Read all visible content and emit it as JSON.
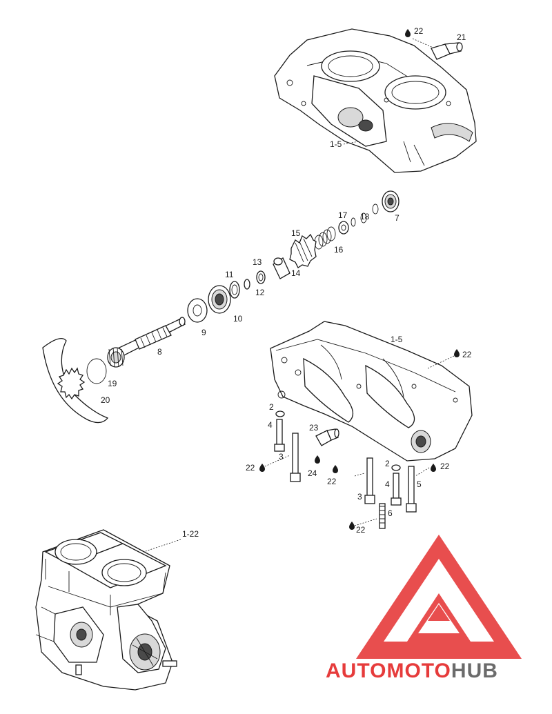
{
  "labels": {
    "upper_crankcase": "1-5",
    "lower_crankcase": "1-5",
    "engine_assembly": "1-22",
    "sealant_top": "22",
    "fitting_top": "21",
    "bearing_outer": "7",
    "clip_18": "18",
    "washer_17": "17",
    "spring_16": "16",
    "gear_15": "15",
    "spacer_14": "14",
    "ring_13": "13",
    "circlip_12": "12",
    "seal_11": "11",
    "bearing_10": "10",
    "seal_9": "9",
    "shaft_8": "8",
    "circlip_19": "19",
    "shield_20": "20",
    "sealant_lower_right": "22",
    "washer_2_left": "2",
    "bolt_4_left": "4",
    "bolt_3_left": "3",
    "sealant_left": "22",
    "fitting_23": "23",
    "plug_24": "24",
    "sealant_center": "22",
    "bolt_3_right": "3",
    "washer_2_right": "2",
    "bolt_4_right": "4",
    "bolt_5": "5",
    "sealant_far_right": "22",
    "stud_6": "6",
    "sealant_bottom": "22"
  },
  "watermark": {
    "part1": "AUTO",
    "part2": "MOTO",
    "part3": "HUB",
    "color_red": "#e63b3b",
    "color_grey": "#6b6b6b"
  },
  "icons": {
    "sealant": "sealant-drop-icon",
    "logo": "automotohub-logo-icon"
  }
}
